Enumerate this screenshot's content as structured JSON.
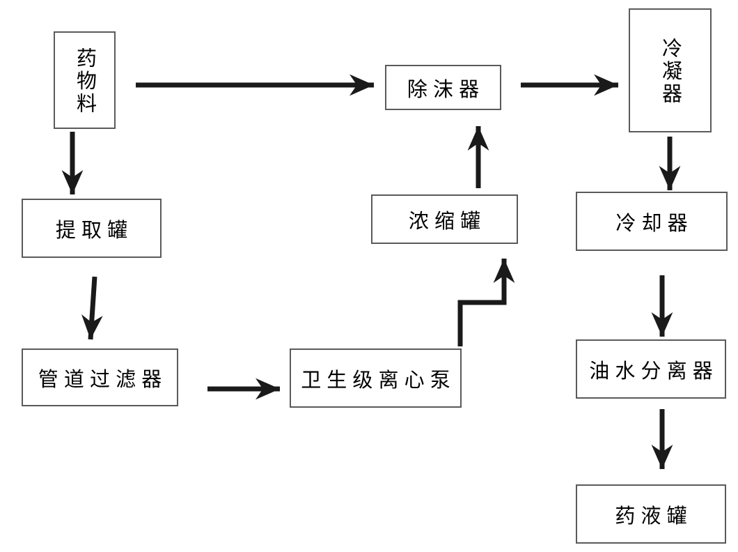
{
  "diagram": {
    "type": "process-flowchart",
    "language": "zh-CN",
    "nodes": [
      {
        "id": "drug-material",
        "label": "药物料",
        "orientation": "vertical"
      },
      {
        "id": "demister",
        "label": "除沫器",
        "orientation": "horizontal"
      },
      {
        "id": "condenser",
        "label": "冷凝器",
        "orientation": "vertical"
      },
      {
        "id": "extraction-tank",
        "label": "提取罐",
        "orientation": "horizontal"
      },
      {
        "id": "concentration-tank",
        "label": "浓缩罐",
        "orientation": "horizontal"
      },
      {
        "id": "cooler",
        "label": "冷却器",
        "orientation": "horizontal"
      },
      {
        "id": "pipeline-filter",
        "label": "管道过滤器",
        "orientation": "horizontal"
      },
      {
        "id": "sanitary-centrifugal-pump",
        "label": "卫生级离心泵",
        "orientation": "horizontal"
      },
      {
        "id": "oil-water-separator",
        "label": "油水分离器",
        "orientation": "horizontal"
      },
      {
        "id": "drug-liquid-tank",
        "label": "药液罐",
        "orientation": "horizontal"
      }
    ],
    "edges": [
      {
        "from": "drug-material",
        "to": "demister",
        "style": "straight"
      },
      {
        "from": "demister",
        "to": "condenser",
        "style": "straight"
      },
      {
        "from": "drug-material",
        "to": "extraction-tank",
        "style": "straight"
      },
      {
        "from": "extraction-tank",
        "to": "pipeline-filter",
        "style": "straight"
      },
      {
        "from": "pipeline-filter",
        "to": "sanitary-centrifugal-pump",
        "style": "straight"
      },
      {
        "from": "sanitary-centrifugal-pump",
        "to": "concentration-tank",
        "style": "elbow"
      },
      {
        "from": "concentration-tank",
        "to": "demister",
        "style": "straight"
      },
      {
        "from": "condenser",
        "to": "cooler",
        "style": "straight"
      },
      {
        "from": "cooler",
        "to": "oil-water-separator",
        "style": "straight"
      },
      {
        "from": "oil-water-separator",
        "to": "drug-liquid-tank",
        "style": "straight"
      }
    ]
  },
  "colors": {
    "background": "#ffffff",
    "box_fill": "#ffffff",
    "box_border": "#5a5a5a",
    "arrow": "#1a1a1a",
    "text": "#000000"
  }
}
